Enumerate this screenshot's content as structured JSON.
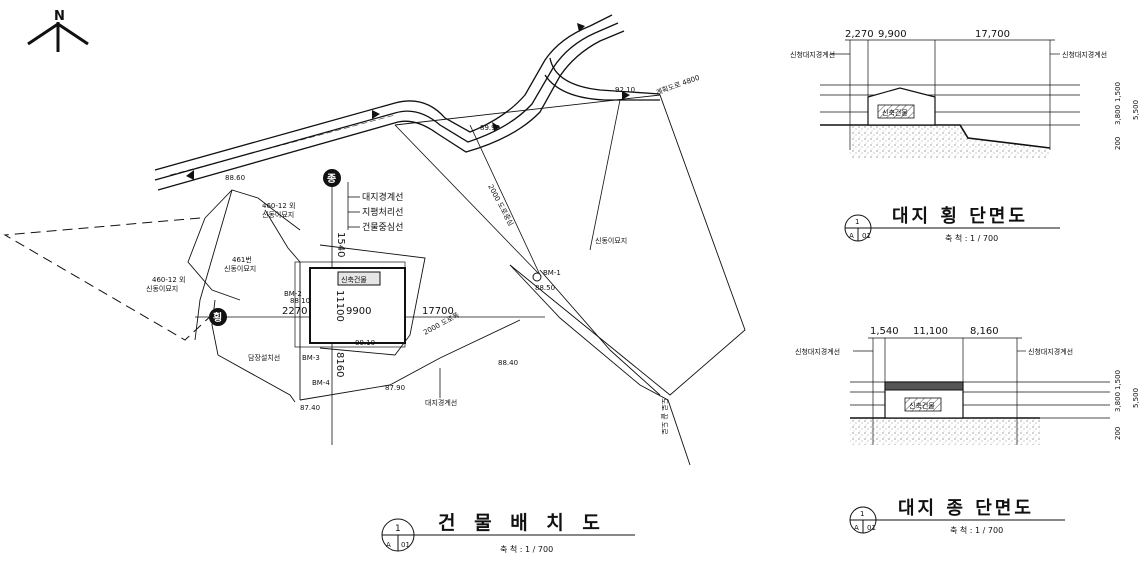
{
  "north": {
    "label": "N"
  },
  "site_plan": {
    "title": "건 물 배 치 도",
    "scale": "축   척 :   1  /  700",
    "detail_number": "1",
    "sheet_number": "A 01",
    "main_building_label": "신축건물",
    "marker_longitudinal": "종",
    "marker_transverse": "횡",
    "legend": [
      "대지경계선",
      "지평처리선",
      "건물중심선"
    ],
    "dimensions": {
      "d1540": "1540",
      "d11100": "11100",
      "d8160": "8160",
      "d2270": "2270",
      "d9900": "9900",
      "d17700": "17700"
    },
    "lot_labels": {
      "neighbor_top": "460-12 외\n신동이묘지",
      "neighbor_mid": "461번\n신동이묘지",
      "neighbor_left": "460-12 외\n신동이묘지",
      "neighbor_right": "신동이묘지"
    },
    "notes": {
      "fence": "담장설치선",
      "boundary": "대지경계선",
      "road_width": "계획도로 4800",
      "road_center": "2000 도로중심",
      "road_side": "2000 도로폭",
      "road_end": "도로 끝 도로"
    },
    "elevations": [
      "88.60",
      "89.90",
      "92.10",
      "88.50",
      "88.40",
      "87.90",
      "89.10",
      "88.10",
      "87.40"
    ],
    "benchmarks": [
      "BM-1",
      "BM-2",
      "BM-3",
      "BM-4"
    ]
  },
  "section_transverse": {
    "title": "대지 횡 단면도",
    "scale": "축   척 :   1  /  700",
    "detail_number": "1",
    "sheet_number": "A 01",
    "top_dims": [
      "2,270",
      "9,900",
      "17,700"
    ],
    "left_label": "신청대지경계선",
    "right_label": "신청대지경계선",
    "side_dims": [
      "1,500",
      "3,800",
      "5,500",
      "200"
    ],
    "building_label": "신축건물"
  },
  "section_longitudinal": {
    "title": "대지 종 단면도",
    "scale": "축   척 :   1  /  700",
    "detail_number": "1",
    "sheet_number": "A 01",
    "top_dims": [
      "1,540",
      "11,100",
      "8,160"
    ],
    "left_label": "신청대지경계선",
    "right_label": "신청대지경계선",
    "side_dims": [
      "1,500",
      "3,800",
      "5,500",
      "200"
    ],
    "building_label": "신축건물"
  }
}
